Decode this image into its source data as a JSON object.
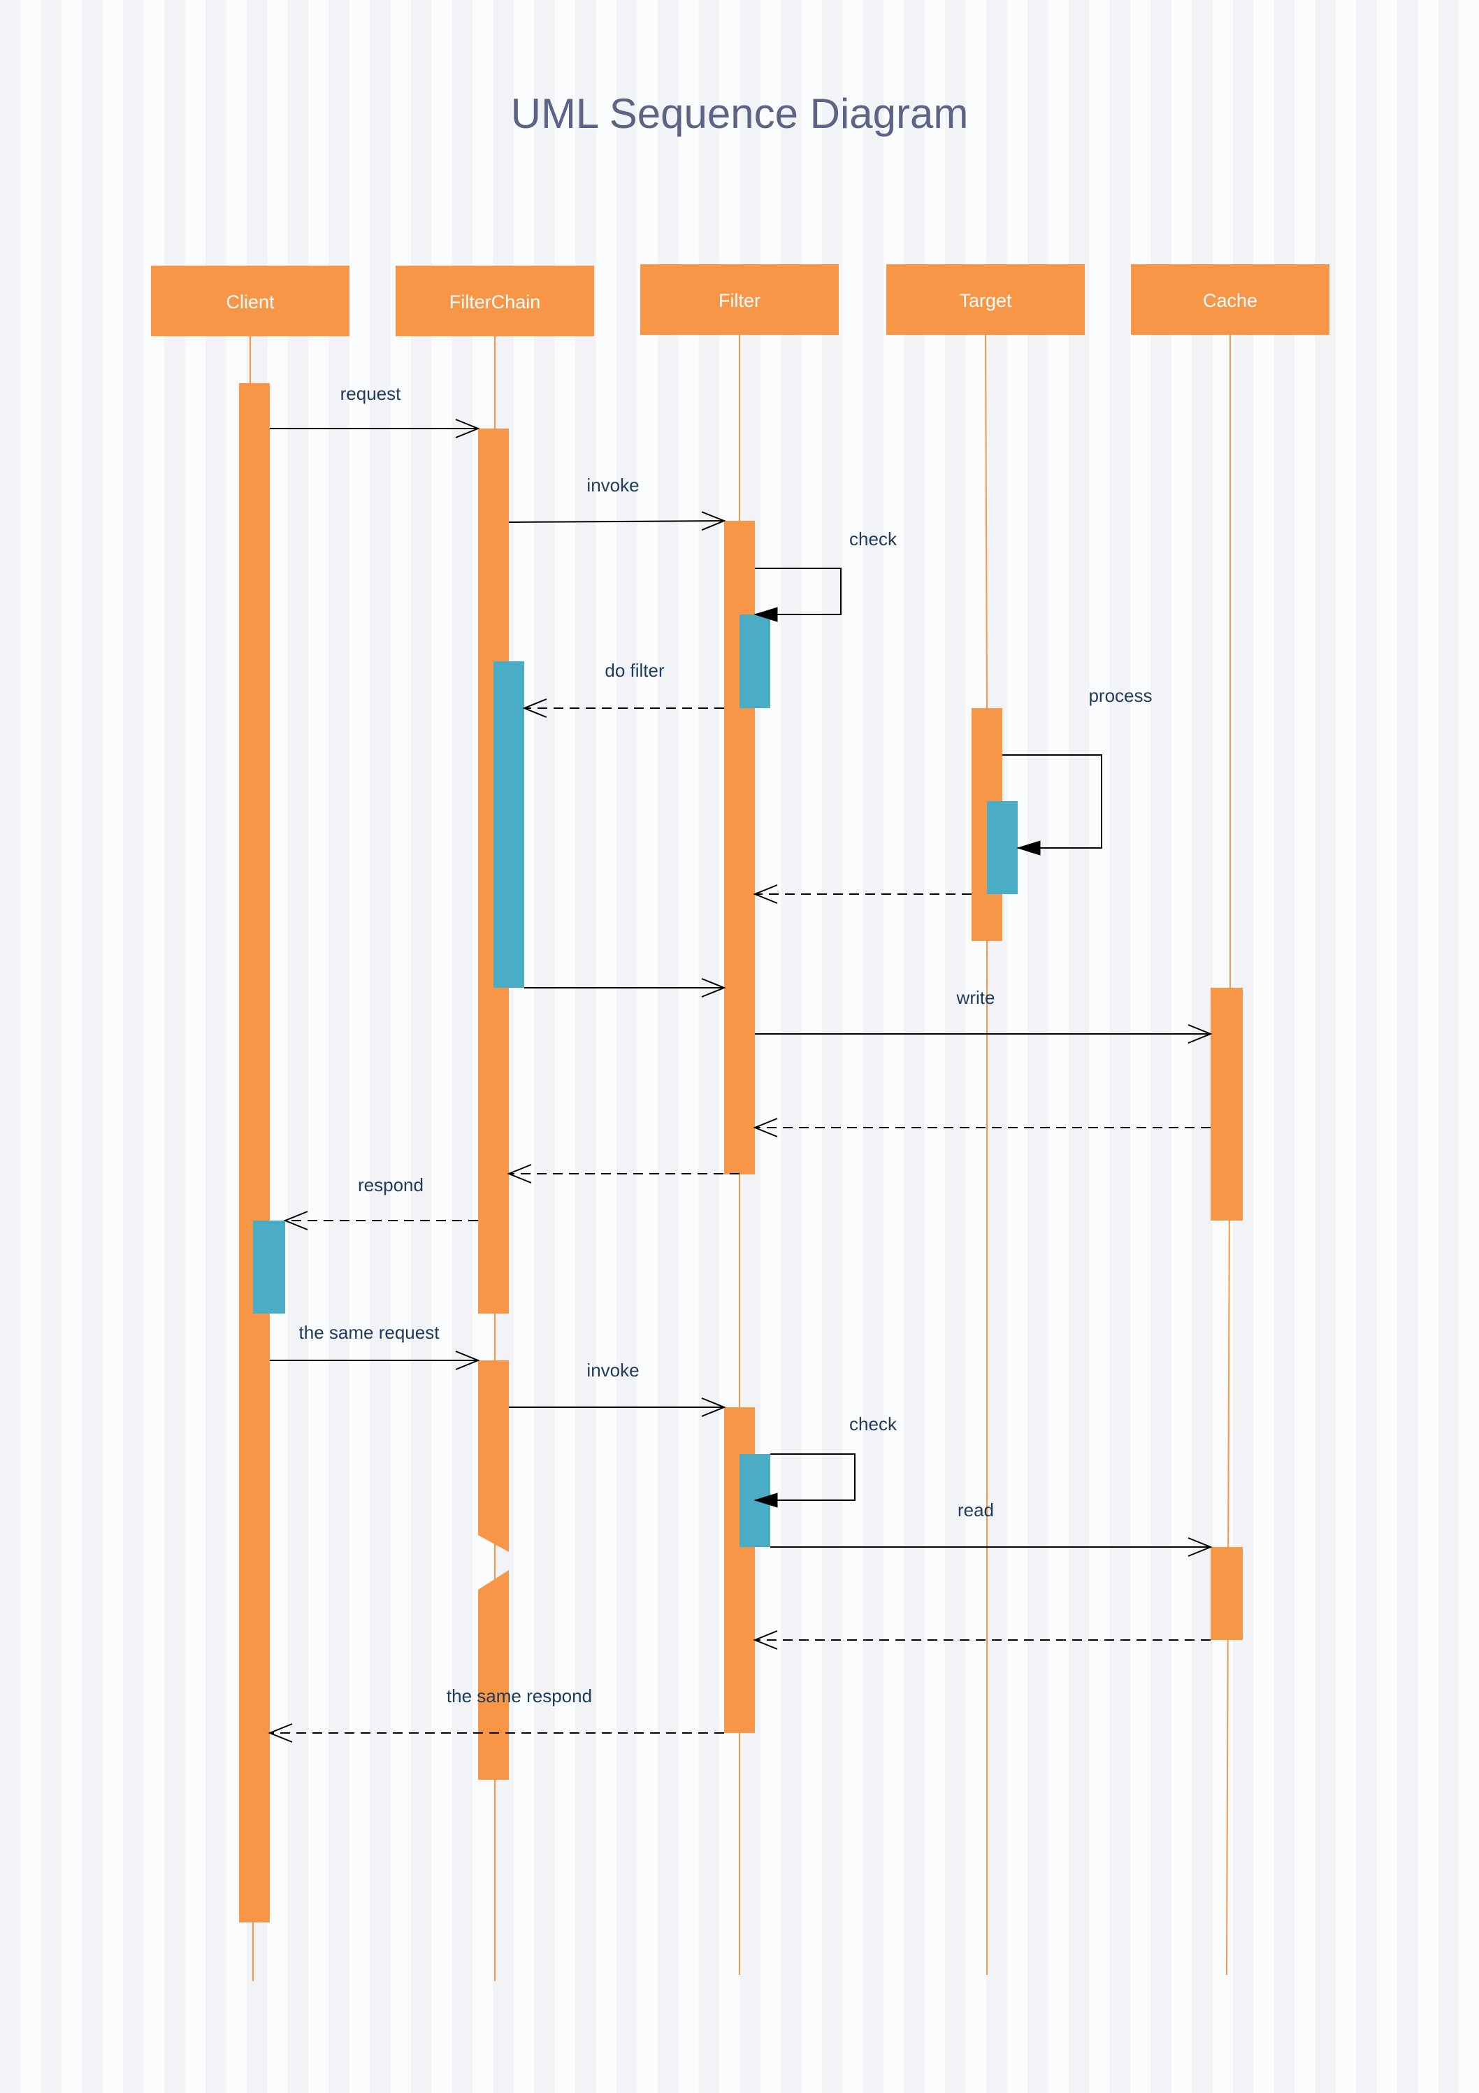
{
  "title": "UML Sequence Diagram",
  "colors": {
    "background": "#fbfcfd",
    "stripe": "#f1f3f6",
    "participant": "#f79646",
    "activation": "#f79646",
    "nested_activation": "#4bacc6",
    "title": "#5c6384",
    "message_label": "#1f3b5c",
    "arrow": "#000000"
  },
  "participants": [
    {
      "id": "client",
      "name": "Client"
    },
    {
      "id": "filterchain",
      "name": "FilterChain"
    },
    {
      "id": "filter",
      "name": "Filter"
    },
    {
      "id": "target",
      "name": "Target"
    },
    {
      "id": "cache",
      "name": "Cache"
    }
  ],
  "messages": [
    {
      "id": "m-request",
      "label": "request",
      "from": "client",
      "to": "filterchain",
      "kind": "sync"
    },
    {
      "id": "m-invoke-1",
      "label": "invoke",
      "from": "filterchain",
      "to": "filter",
      "kind": "sync"
    },
    {
      "id": "m-check-1",
      "label": "check",
      "from": "filter",
      "to": "filter",
      "kind": "self"
    },
    {
      "id": "m-do-filter",
      "label": "do filter",
      "from": "filter",
      "to": "filterchain",
      "kind": "return"
    },
    {
      "id": "m-process",
      "label": "process",
      "from": "target",
      "to": "target",
      "kind": "self"
    },
    {
      "id": "m-return-target",
      "label": "",
      "from": "target",
      "to": "filter",
      "kind": "return"
    },
    {
      "id": "m-continue",
      "label": "",
      "from": "filterchain",
      "to": "filter",
      "kind": "sync"
    },
    {
      "id": "m-write",
      "label": "write",
      "from": "filter",
      "to": "cache",
      "kind": "sync"
    },
    {
      "id": "m-return-cache",
      "label": "",
      "from": "cache",
      "to": "filter",
      "kind": "return"
    },
    {
      "id": "m-return-filter",
      "label": "",
      "from": "filter",
      "to": "filterchain",
      "kind": "return"
    },
    {
      "id": "m-respond",
      "label": "respond",
      "from": "filterchain",
      "to": "client",
      "kind": "return"
    },
    {
      "id": "m-same-request",
      "label": "the same request",
      "from": "client",
      "to": "filterchain",
      "kind": "sync"
    },
    {
      "id": "m-invoke-2",
      "label": "invoke",
      "from": "filterchain",
      "to": "filter",
      "kind": "sync"
    },
    {
      "id": "m-check-2",
      "label": "check",
      "from": "filter",
      "to": "filter",
      "kind": "self"
    },
    {
      "id": "m-read",
      "label": "read",
      "from": "filter",
      "to": "cache",
      "kind": "sync"
    },
    {
      "id": "m-return-read",
      "label": "",
      "from": "cache",
      "to": "filter",
      "kind": "return"
    },
    {
      "id": "m-same-respond",
      "label": "the same respond",
      "from": "filter",
      "to": "client",
      "kind": "return"
    }
  ]
}
